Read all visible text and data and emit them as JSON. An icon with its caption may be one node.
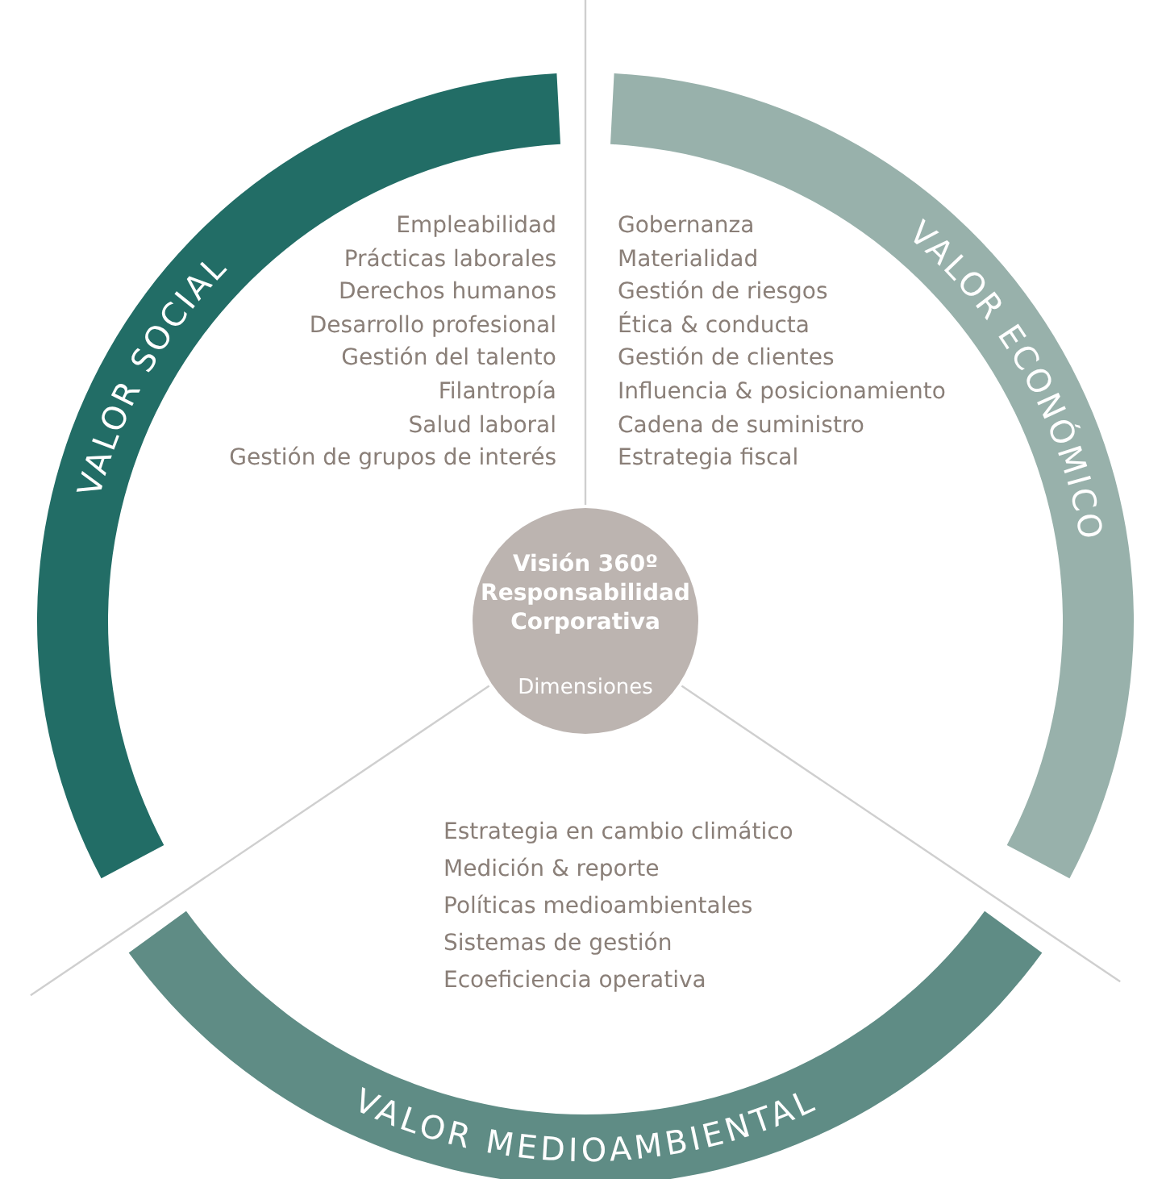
{
  "diagram": {
    "nodes": [
      {
        "text": [
          "Visión 360º Responsabilidad Corporativa",
          "Dimensiones"
        ]
      },
      {
        "text": [
          "VALOR SOCIAL"
        ]
      },
      {
        "text": [
          "VALOR ECONÓMICO"
        ]
      },
      {
        "text": [
          "VALOR MEDIOAMBIENTAL"
        ]
      }
    ],
    "edges": [],
    "labels": [
      "Empleabilidad",
      "Prácticas laborales",
      "Derechos humanos",
      "Desarrollo profesional",
      "Gestión del talento",
      "Filantropía",
      "Salud laboral",
      "Gestión de grupos de interés",
      "Gobernanza",
      "Materialidad",
      "Gestión de riesgos",
      "Ética & conducta",
      "Gestión de clientes",
      "Influencia & posicionamiento",
      "Cadena de suministro",
      "Estrategia fiscal",
      "Estrategia en cambio climático",
      "Medición & reporte",
      "Políticas medioambientales",
      "Sistemas de gestión",
      "Ecoeficiencia operativa"
    ]
  }
}
